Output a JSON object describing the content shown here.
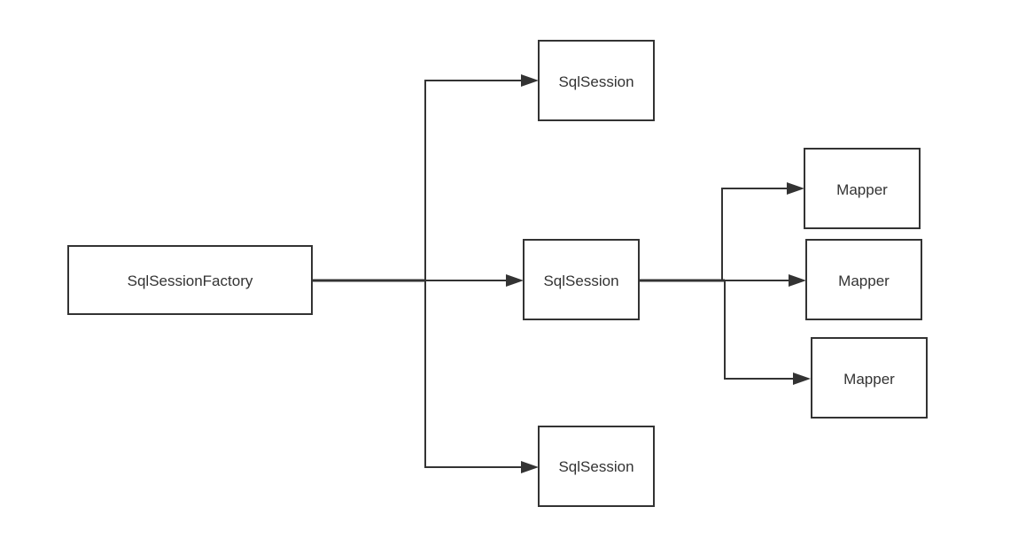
{
  "diagram": {
    "nodes": {
      "factory": {
        "label": "SqlSessionFactory"
      },
      "session_top": {
        "label": "SqlSession"
      },
      "session_mid": {
        "label": "SqlSession"
      },
      "session_bottom": {
        "label": "SqlSession"
      },
      "mapper_1": {
        "label": "Mapper"
      },
      "mapper_2": {
        "label": "Mapper"
      },
      "mapper_3": {
        "label": "Mapper"
      }
    },
    "edges": [
      {
        "from": "factory",
        "to": "session_top"
      },
      {
        "from": "factory",
        "to": "session_mid"
      },
      {
        "from": "factory",
        "to": "session_bottom"
      },
      {
        "from": "session_mid",
        "to": "mapper_1"
      },
      {
        "from": "session_mid",
        "to": "mapper_2"
      },
      {
        "from": "session_mid",
        "to": "mapper_3"
      }
    ],
    "colors": {
      "stroke": "#333333",
      "background": "#ffffff"
    }
  }
}
